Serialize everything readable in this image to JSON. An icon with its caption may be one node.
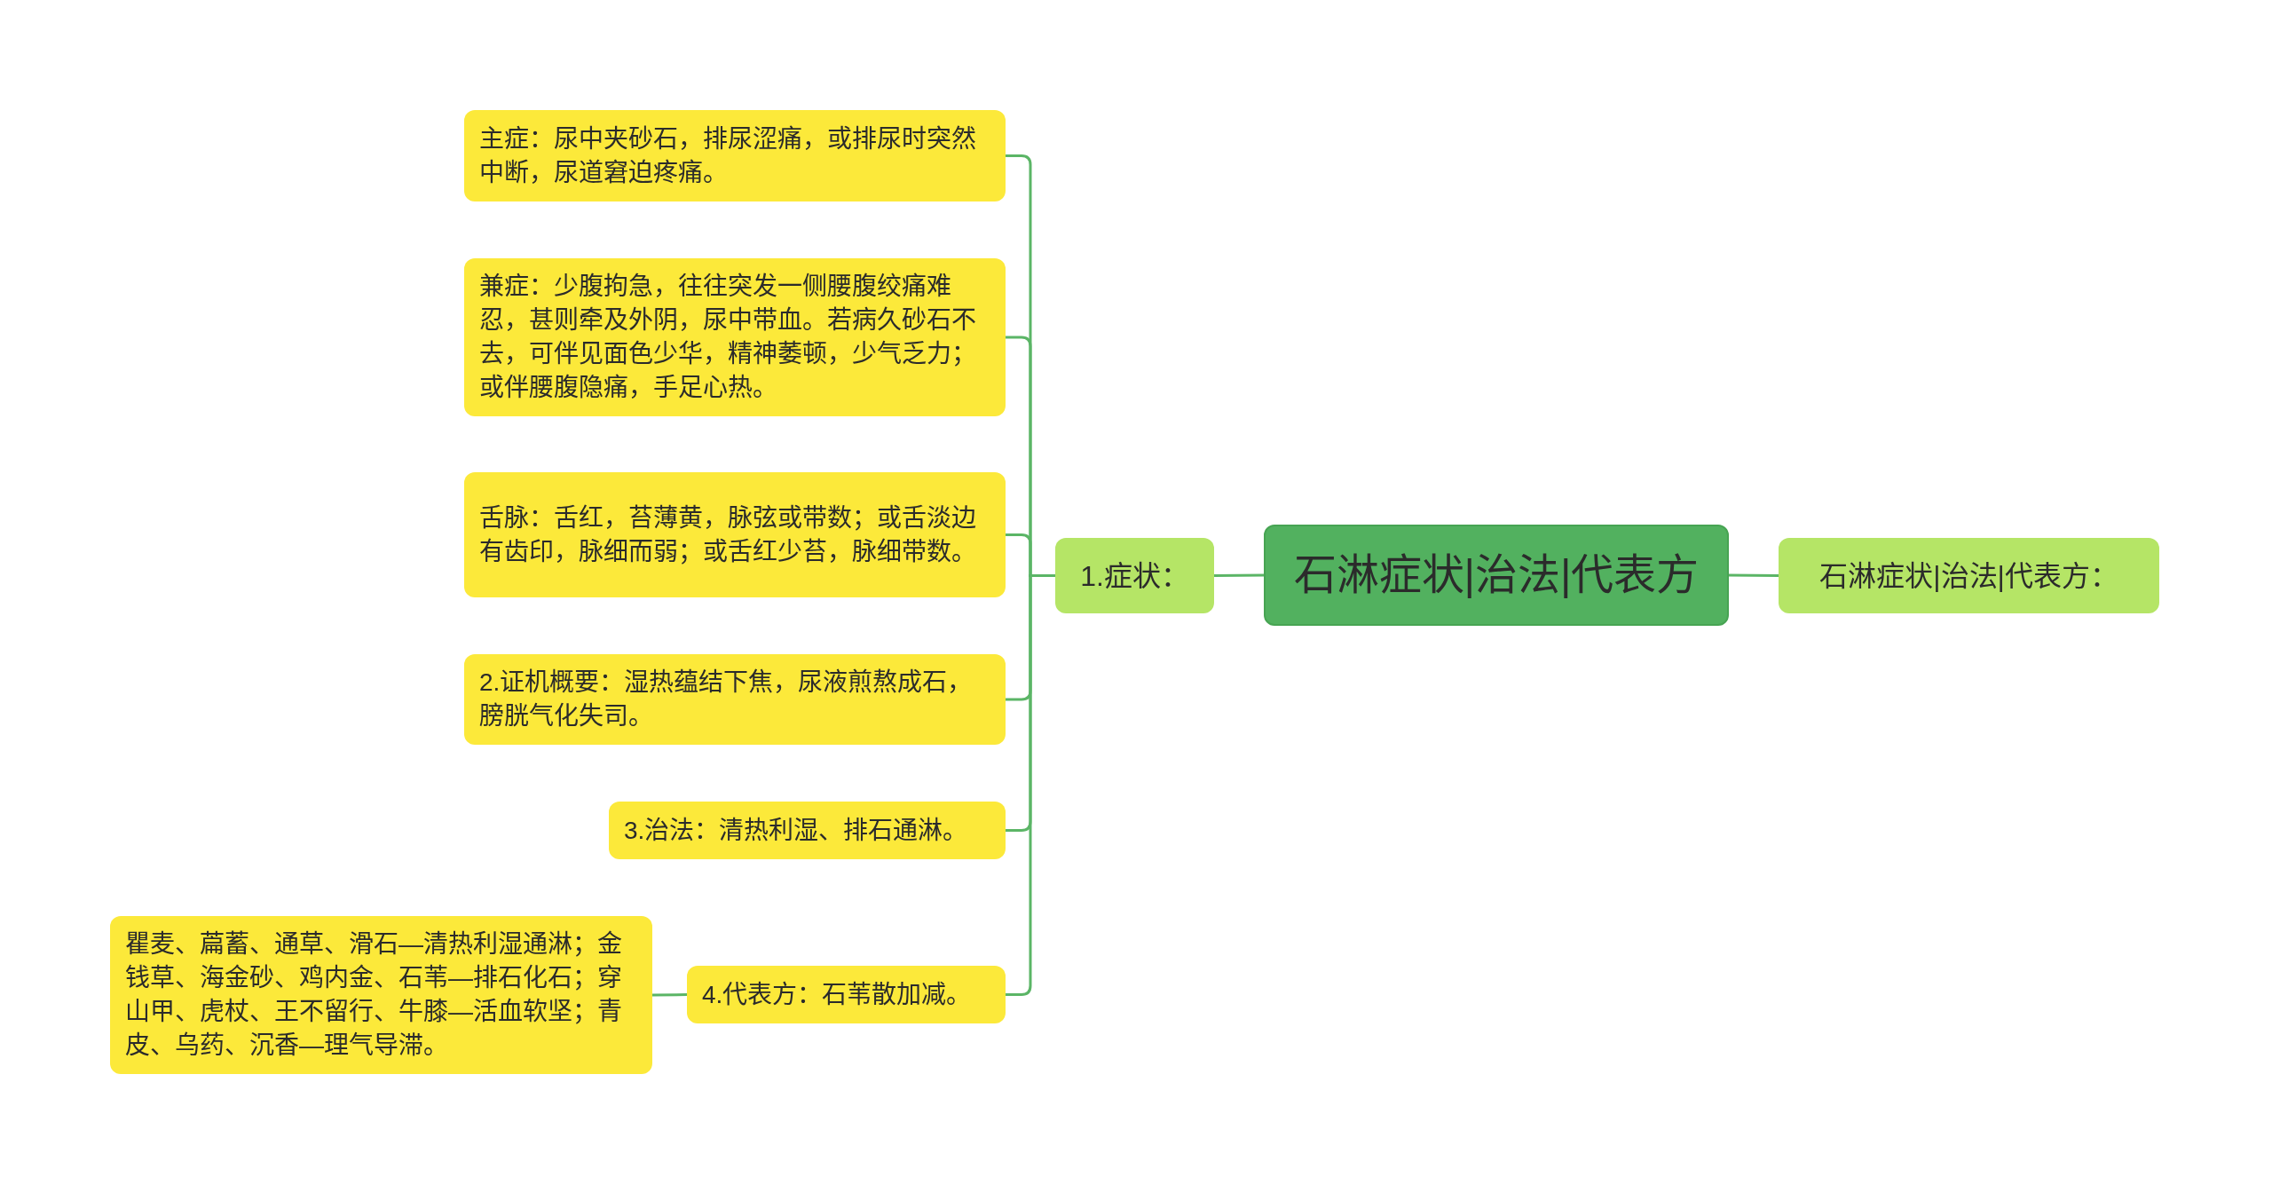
{
  "diagram": {
    "nodes": [
      {
        "text": [
          "石淋症状|治法|代表方"
        ]
      },
      {
        "text": [
          "1.症状："
        ]
      },
      {
        "text": [
          "主症：尿中夹砂石，排尿涩痛，或排尿时突然中断，尿道窘迫疼痛。"
        ]
      },
      {
        "text": [
          "兼症：少腹拘急，往往突发一侧腰腹绞痛难忍，甚则牵及外阴，尿中带血。若病久砂石不去，可伴见面色少华，精神萎顿，少气乏力；或伴腰腹隐痛，手足心热。"
        ]
      },
      {
        "text": [
          "舌脉：舌红，苔薄黄，脉弦或带数；或舌淡边有齿印，脉细而弱；或舌红少苔，脉细带数。"
        ]
      },
      {
        "text": [
          "2.证机概要：湿热蕴结下焦，尿液煎熬成石，膀胱气化失司。"
        ]
      },
      {
        "text": [
          "3.治法：清热利湿、排石通淋。"
        ]
      },
      {
        "text": [
          "4.代表方：石苇散加减。"
        ]
      },
      {
        "text": [
          "瞿麦、萹蓄、通草、滑石—清热利湿通淋；金钱草、海金砂、鸡内金、石苇—排石化石；穿山甲、虎杖、王不留行、牛膝—活血软坚；青皮、乌药、沉香—理气导滞。"
        ]
      },
      {
        "text": [
          "石淋症状|治法|代表方："
        ]
      }
    ],
    "edges": [
      {
        "from": 0,
        "to": 1,
        "arrow": "none"
      },
      {
        "from": 1,
        "to": 2,
        "arrow": "none"
      },
      {
        "from": 1,
        "to": 3,
        "arrow": "none"
      },
      {
        "from": 1,
        "to": 4,
        "arrow": "none"
      },
      {
        "from": 1,
        "to": 5,
        "arrow": "none"
      },
      {
        "from": 1,
        "to": 6,
        "arrow": "none"
      },
      {
        "from": 1,
        "to": 7,
        "arrow": "none"
      },
      {
        "from": 7,
        "to": 8,
        "arrow": "none"
      },
      {
        "from": 0,
        "to": 9,
        "arrow": "none"
      }
    ]
  }
}
